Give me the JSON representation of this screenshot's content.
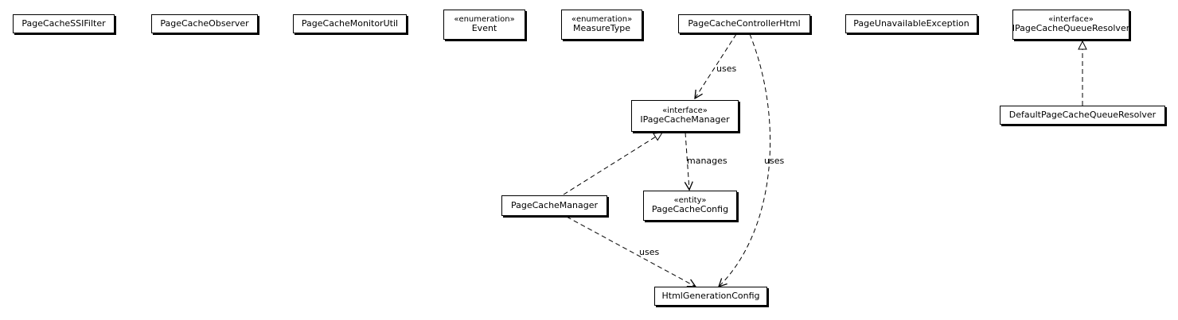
{
  "stereotype_marks": {
    "open": "«",
    "close": "»"
  },
  "nodes": {
    "ssi_filter": {
      "name": "PageCacheSSIFilter"
    },
    "observer": {
      "name": "PageCacheObserver"
    },
    "monitor_util": {
      "name": "PageCacheMonitorUtil"
    },
    "event": {
      "stereotype": "enumeration",
      "name": "Event"
    },
    "measure_type": {
      "stereotype": "enumeration",
      "name": "MeasureType"
    },
    "controller_html": {
      "name": "PageCacheControllerHtml"
    },
    "unavailable_exception": {
      "name": "PageUnavailableException"
    },
    "queue_resolver_iface": {
      "stereotype": "interface",
      "name": "IPageCacheQueueResolver"
    },
    "default_queue_resolver": {
      "name": "DefaultPageCacheQueueResolver"
    },
    "manager_iface": {
      "stereotype": "interface",
      "name": "IPageCacheManager"
    },
    "manager": {
      "name": "PageCacheManager"
    },
    "config": {
      "stereotype": "entity",
      "name": "PageCacheConfig"
    },
    "html_generation_config": {
      "name": "HtmlGenerationConfig"
    }
  },
  "relations": {
    "controller_uses_manager": {
      "kind": "dependency",
      "label": "uses"
    },
    "controller_uses_html_config": {
      "kind": "dependency",
      "label": "uses"
    },
    "manager_iface_manages_config": {
      "kind": "dependency",
      "label": "manages"
    },
    "manager_uses_html_config": {
      "kind": "dependency",
      "label": "uses"
    },
    "manager_implements_iface": {
      "kind": "realization"
    },
    "default_resolver_implements_iface": {
      "kind": "realization"
    }
  }
}
